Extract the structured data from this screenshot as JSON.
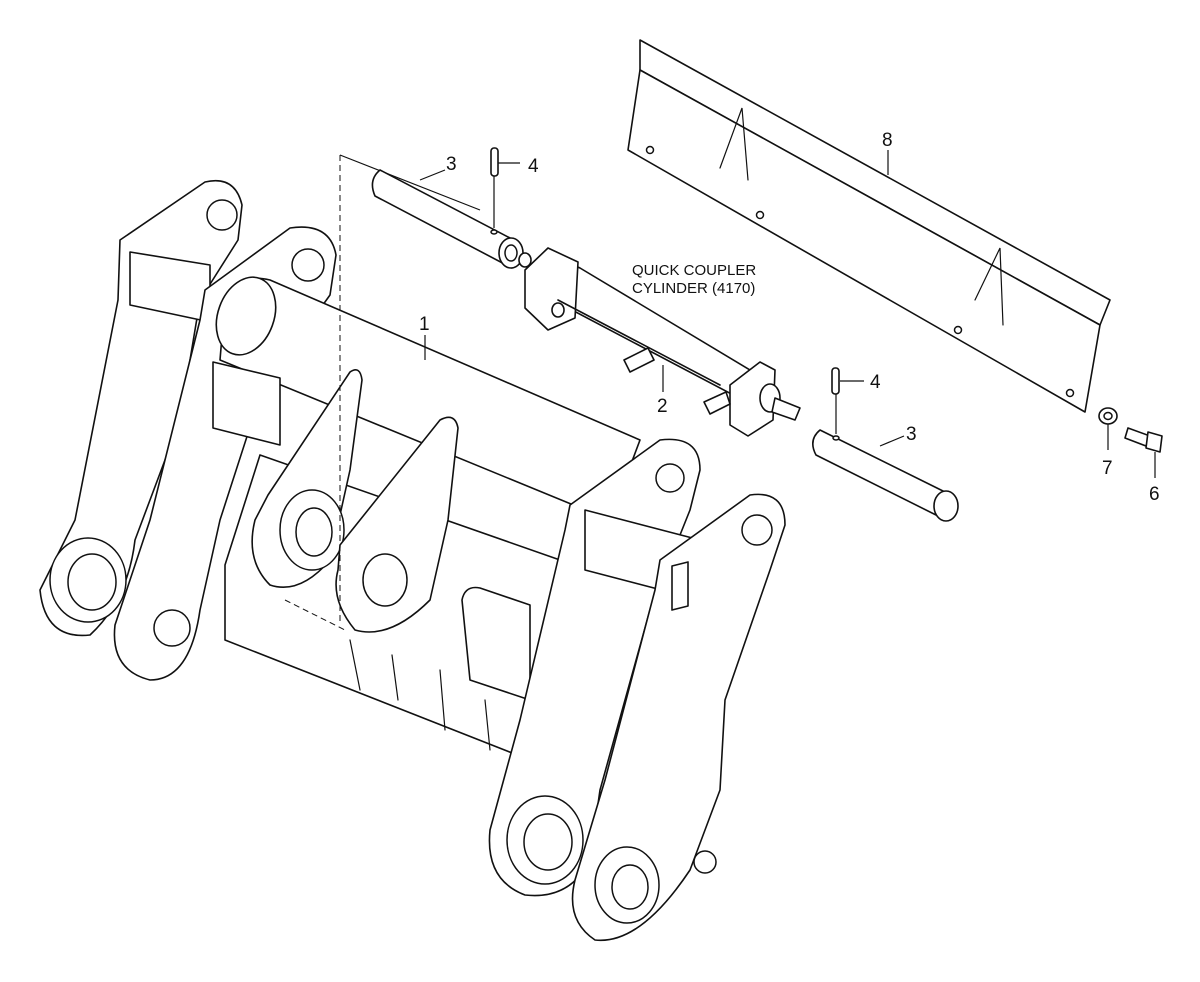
{
  "labels": {
    "callout_1": "1",
    "callout_2": "2",
    "callout_3_top": "3",
    "callout_3_right": "3",
    "callout_4_top": "4",
    "callout_4_right": "4",
    "callout_6": "6",
    "callout_7": "7",
    "callout_8": "8"
  },
  "caption": {
    "line1": "QUICK COUPLER",
    "line2": "CYLINDER (4170)"
  }
}
